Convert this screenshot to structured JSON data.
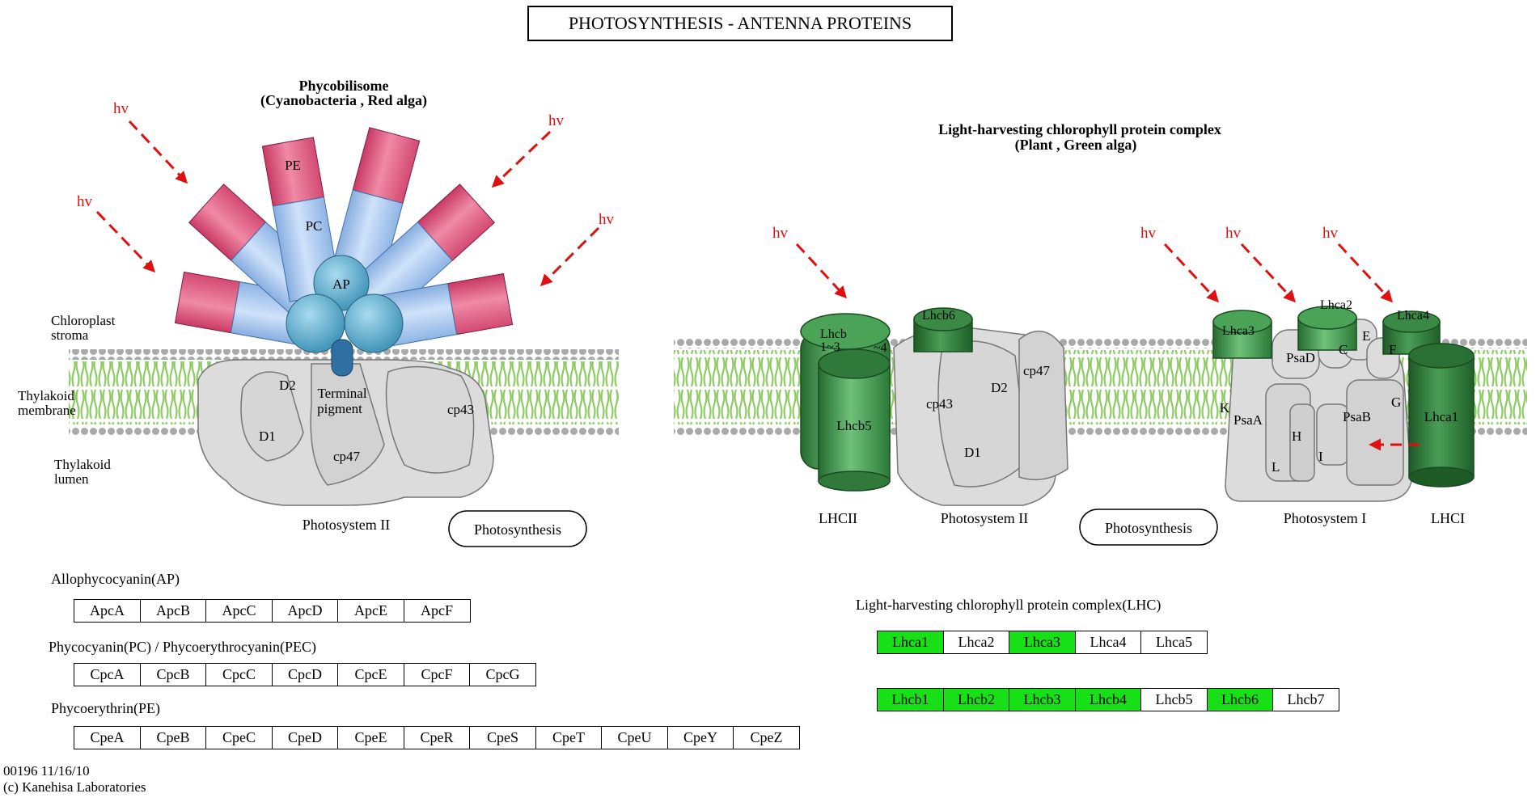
{
  "title": "PHOTOSYNTHESIS - ANTENNA PROTEINS",
  "colors": {
    "highlight": "#17e017",
    "arrow": "#e01010",
    "pe": "#e7557f",
    "pc": "#a8c8f0",
    "ap": "#4fa3c8",
    "lhc": "#3a9a4a",
    "membrane": "#8fd06a",
    "protein": "#dcdcdc"
  },
  "left_panel": {
    "heading1": "Phycobilisome",
    "heading2": "(Cyanobacteria , Red alga)",
    "labels": {
      "stroma": [
        "Chloroplast",
        "stroma"
      ],
      "membrane": [
        "Thylakoid",
        "membrane"
      ],
      "lumen": [
        "Thylakoid",
        "lumen"
      ],
      "pe": "PE",
      "pc": "PC",
      "ap": "AP",
      "terminal": [
        "Terminal",
        "pigment"
      ],
      "d1": "D1",
      "d2": "D2",
      "cp43": "cp43",
      "cp47": "cp47",
      "psii": "Photosystem II",
      "hv": "hv"
    },
    "link": "Photosynthesis"
  },
  "right_panel": {
    "heading1": "Light-harvesting chlorophyll protein complex",
    "heading2": "(Plant , Green alga)",
    "labels": {
      "lhcb13": [
        "Lhcb",
        "1~3"
      ],
      "lhcb4": "~4",
      "lhcb5": "Lhcb5",
      "lhcb6": "Lhcb6",
      "cp43": "cp43",
      "cp47": "cp47",
      "d1": "D1",
      "d2": "D2",
      "lhca1": "Lhca1",
      "lhca2": "Lhca2",
      "lhca3": "Lhca3",
      "lhca4": "Lhca4",
      "psad": "PsaD",
      "psaa": "PsaA",
      "psab": "PsaB",
      "c": "C",
      "e": "E",
      "f": "F",
      "g": "G",
      "h": "H",
      "i": "I",
      "k": "K",
      "l": "L",
      "lhcii": "LHCII",
      "psii": "Photosystem II",
      "psi": "Photosystem I",
      "lhci": "LHCI",
      "hv": "hv"
    },
    "link": "Photosynthesis"
  },
  "gene_groups": [
    {
      "title": "Allophycocyanin(AP)",
      "genes": [
        {
          "name": "ApcA",
          "on": false
        },
        {
          "name": "ApcB",
          "on": false
        },
        {
          "name": "ApcC",
          "on": false
        },
        {
          "name": "ApcD",
          "on": false
        },
        {
          "name": "ApcE",
          "on": false
        },
        {
          "name": "ApcF",
          "on": false
        }
      ]
    },
    {
      "title": "Phycocyanin(PC) / Phycoerythrocyanin(PEC)",
      "genes": [
        {
          "name": "CpcA",
          "on": false
        },
        {
          "name": "CpcB",
          "on": false
        },
        {
          "name": "CpcC",
          "on": false
        },
        {
          "name": "CpcD",
          "on": false
        },
        {
          "name": "CpcE",
          "on": false
        },
        {
          "name": "CpcF",
          "on": false
        },
        {
          "name": "CpcG",
          "on": false
        }
      ]
    },
    {
      "title": "Phycoerythrin(PE)",
      "genes": [
        {
          "name": "CpeA",
          "on": false
        },
        {
          "name": "CpeB",
          "on": false
        },
        {
          "name": "CpeC",
          "on": false
        },
        {
          "name": "CpeD",
          "on": false
        },
        {
          "name": "CpeE",
          "on": false
        },
        {
          "name": "CpeR",
          "on": false
        },
        {
          "name": "CpeS",
          "on": false
        },
        {
          "name": "CpeT",
          "on": false
        },
        {
          "name": "CpeU",
          "on": false
        },
        {
          "name": "CpeY",
          "on": false
        },
        {
          "name": "CpeZ",
          "on": false
        }
      ]
    },
    {
      "title": "Light-harvesting chlorophyll protein complex(LHC)",
      "genes": [
        {
          "name": "Lhca1",
          "on": true
        },
        {
          "name": "Lhca2",
          "on": false
        },
        {
          "name": "Lhca3",
          "on": true
        },
        {
          "name": "Lhca4",
          "on": false
        },
        {
          "name": "Lhca5",
          "on": false
        }
      ]
    },
    {
      "title": "",
      "genes": [
        {
          "name": "Lhcb1",
          "on": true
        },
        {
          "name": "Lhcb2",
          "on": true
        },
        {
          "name": "Lhcb3",
          "on": true
        },
        {
          "name": "Lhcb4",
          "on": true
        },
        {
          "name": "Lhcb5",
          "on": false
        },
        {
          "name": "Lhcb6",
          "on": true
        },
        {
          "name": "Lhcb7",
          "on": false
        }
      ]
    }
  ],
  "footer": {
    "line1": "00196 11/16/10",
    "line2": "(c) Kanehisa Laboratories"
  }
}
